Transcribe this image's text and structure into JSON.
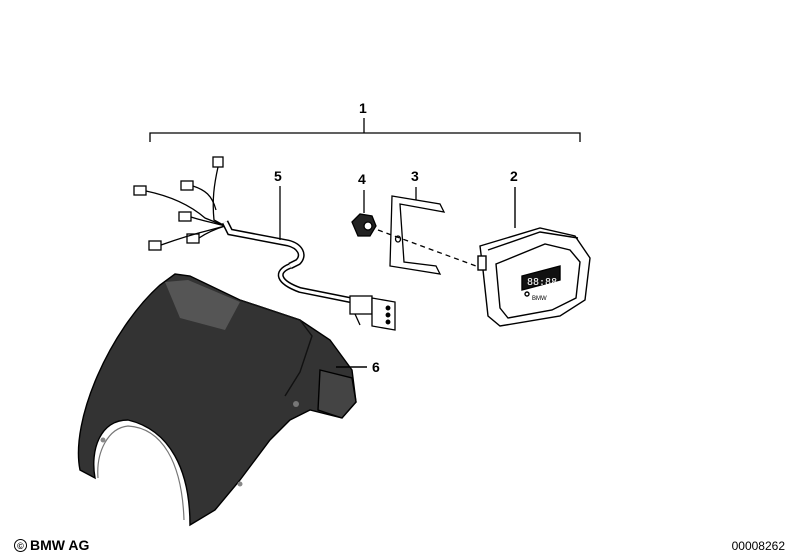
{
  "callouts": {
    "c1": "1",
    "c2": "2",
    "c3": "3",
    "c4": "4",
    "c5": "5",
    "c6": "6"
  },
  "display_digits": "88:88",
  "display_brand": "BMW",
  "footer": {
    "copyright_symbol": "©",
    "brand": "BMW AG",
    "diagram_number": "00008262"
  },
  "colors": {
    "line": "#000000",
    "background": "#ffffff"
  }
}
